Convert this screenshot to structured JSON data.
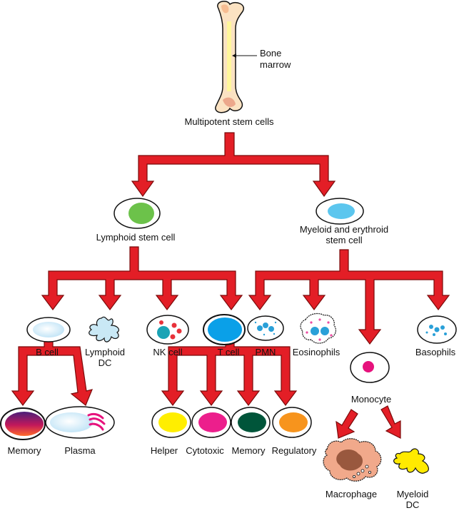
{
  "colors": {
    "arrow": "#e31e26",
    "arrow_stroke": "#7a0a0a",
    "outline": "#111111",
    "lymphoid_nucleus": "#6cc24a",
    "myeloid_nucleus": "#5cc6ee",
    "t_cell_nucleus": "#0aa0e8",
    "helper": "#ffee00",
    "cytotoxic": "#ec1f8c",
    "memory_t": "#00553a",
    "regulatory": "#f7941d",
    "nk_granule": "#e8323a",
    "nk_nucleus": "#1aa3b5",
    "monocyte_nucleus": "#e6127c",
    "macrophage": "#f1a98b",
    "myeloid_dc": "#ffea00",
    "lymphoid_dc": "#c9e8f5",
    "bone": "#fbe2c2",
    "marrow": "#fff79a"
  },
  "labels": {
    "bone_marrow_line1": "Bone",
    "bone_marrow_line2": "marrow",
    "multipotent": "Multipotent stem cells",
    "lymphoid_stem": "Lymphoid stem cell",
    "myeloid_line1": "Myeloid and erythroid",
    "myeloid_line2": "stem cell",
    "b_cell": "B cell",
    "lymphoid_dc_line1": "Lymphoid",
    "lymphoid_dc_line2": "DC",
    "nk_cell": "NK cell",
    "t_cell": "T cell",
    "pmn": "PMN",
    "eosinophils": "Eosinophils",
    "basophils": "Basophils",
    "monocyte": "Monocyte",
    "memory_b": "Memory",
    "plasma": "Plasma",
    "helper": "Helper",
    "cytotoxic": "Cytotoxic",
    "memory_t": "Memory",
    "regulatory": "Regulatory",
    "macrophage": "Macrophage",
    "myeloid_dc_line1": "Myeloid",
    "myeloid_dc_line2": "DC"
  }
}
